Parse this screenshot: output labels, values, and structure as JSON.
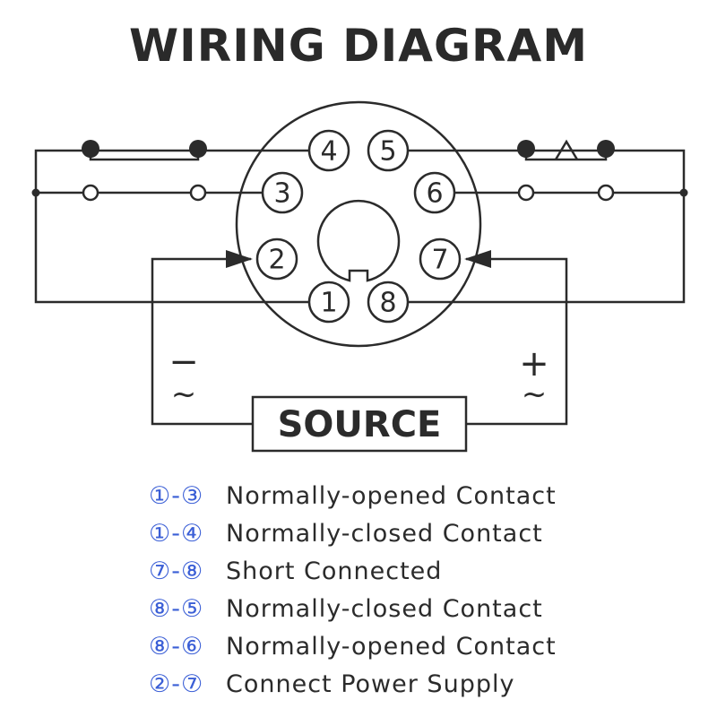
{
  "title": "WIRING DIAGRAM",
  "socket": {
    "pins": [
      {
        "label": "1"
      },
      {
        "label": "2"
      },
      {
        "label": "3"
      },
      {
        "label": "4"
      },
      {
        "label": "5"
      },
      {
        "label": "6"
      },
      {
        "label": "7"
      },
      {
        "label": "8"
      }
    ]
  },
  "polarity": {
    "left_sign": "−",
    "left_tilde": "~",
    "right_sign": "+",
    "right_tilde": "~"
  },
  "source_label": "SOURCE",
  "legend": [
    {
      "pins": "①-③",
      "text": "Normally-opened Contact"
    },
    {
      "pins": "①-④",
      "text": "Normally-closed Contact"
    },
    {
      "pins": "⑦-⑧",
      "text": "Short Connected"
    },
    {
      "pins": "⑧-⑤",
      "text": "Normally-closed Contact"
    },
    {
      "pins": "⑧-⑥",
      "text": "Normally-opened Contact"
    },
    {
      "pins": "②-⑦",
      "text": "Connect Power Supply"
    }
  ],
  "colors": {
    "line": "#2b2b2b",
    "legend_pins": "#3b5fd6"
  }
}
